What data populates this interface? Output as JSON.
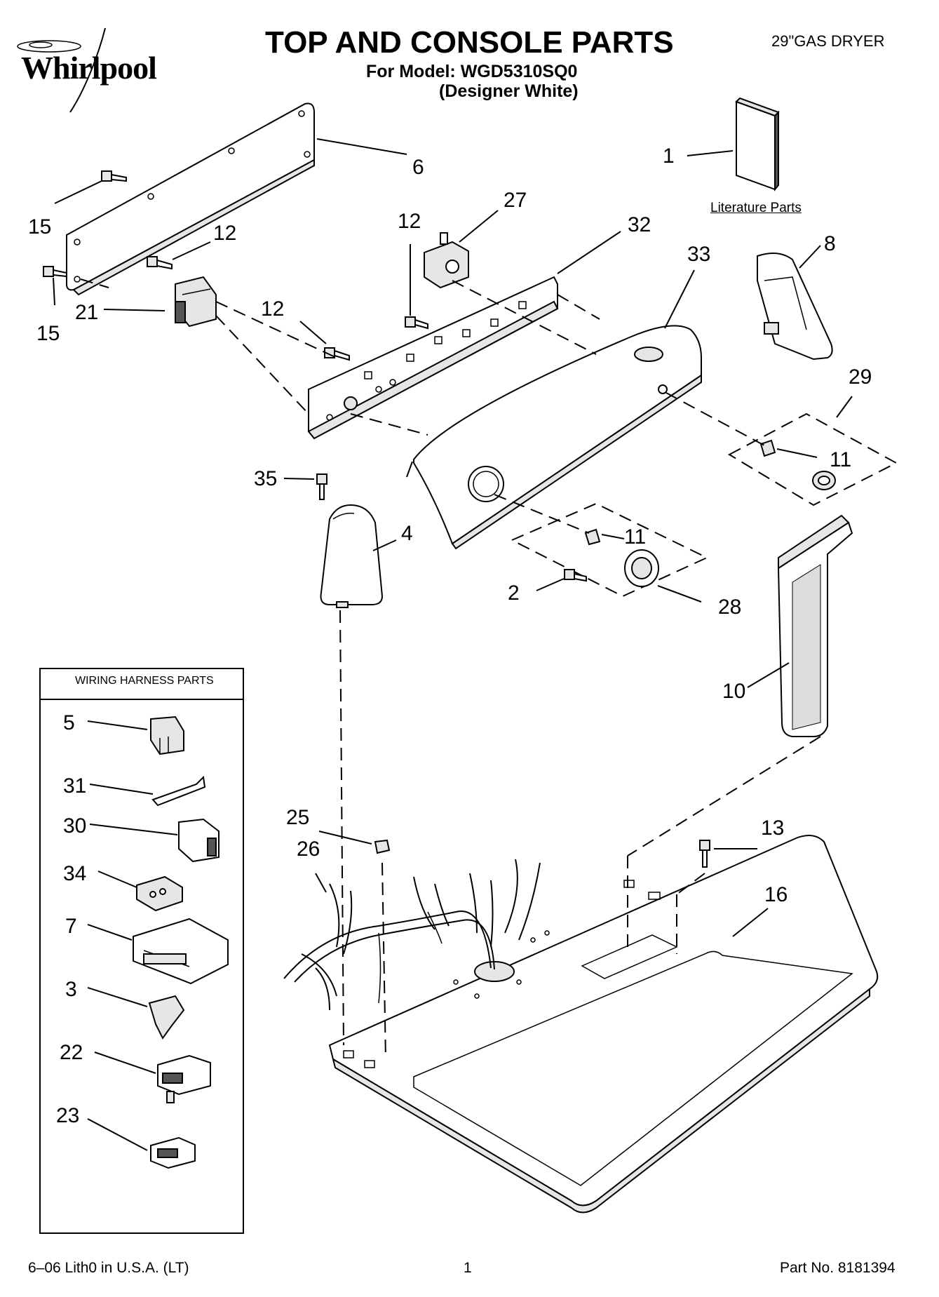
{
  "brand": {
    "name": "Whirlpool"
  },
  "header": {
    "title": "TOP AND CONSOLE PARTS",
    "model_line": "For Model: WGD5310SQ0",
    "color_line": "(Designer White)",
    "product": "29\"GAS DRYER"
  },
  "literature": {
    "label": "Literature Parts"
  },
  "wiring_box": {
    "title": "WIRING HARNESS PARTS"
  },
  "callouts": {
    "c1": "1",
    "c2": "2",
    "c3": "3",
    "c4": "4",
    "c5": "5",
    "c6": "6",
    "c7": "7",
    "c8": "8",
    "c10": "10",
    "c11a": "11",
    "c11b": "11",
    "c12a": "12",
    "c12b": "12",
    "c12c": "12",
    "c13": "13",
    "c15a": "15",
    "c15b": "15",
    "c16": "16",
    "c21": "21",
    "c22": "22",
    "c23": "23",
    "c25": "25",
    "c26": "26",
    "c27": "27",
    "c28": "28",
    "c29": "29",
    "c30": "30",
    "c31": "31",
    "c32": "32",
    "c33": "33",
    "c34": "34",
    "c35": "35"
  },
  "footer": {
    "print_info": "6–06 Lith0 in U.S.A. (LT)",
    "page_number": "1",
    "part_number": "Part No. 8181394"
  }
}
